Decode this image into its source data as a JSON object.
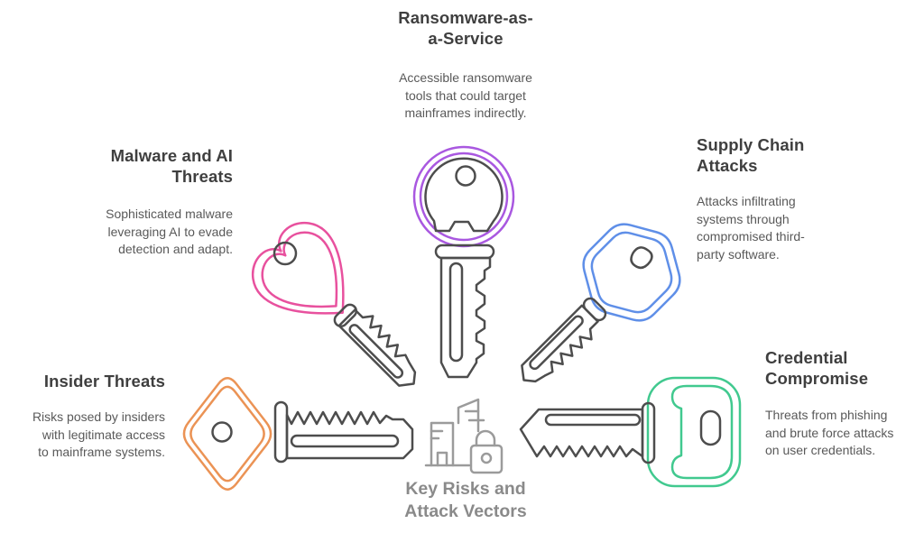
{
  "page": {
    "background": "#ffffff"
  },
  "colors": {
    "key_outline_gray": "#4d4d4d",
    "center_icon_gray": "#9b9b9b",
    "heading_text": "#3f3f3f",
    "body_text": "#595959",
    "caption_text": "#8a8a8a"
  },
  "center": {
    "icon": "mainframe-building-lock-icon",
    "caption_lines": [
      "Key Risks and",
      "Attack Vectors"
    ]
  },
  "threats": [
    {
      "id": "ransomware-as-a-service",
      "position": "top-center",
      "title_lines": [
        "Ransomware-as-",
        "a-Service"
      ],
      "body_lines": [
        "Accessible ransomware",
        "tools that could target",
        "mainframes indirectly."
      ],
      "key_color": "#a958e0",
      "key_shape": "round-head-key"
    },
    {
      "id": "malware-and-ai-threats",
      "position": "upper-left",
      "title_lines": [
        "Malware and AI",
        "Threats"
      ],
      "body_lines": [
        "Sophisticated malware",
        "leveraging AI to evade",
        "detection and adapt."
      ],
      "key_color": "#e8519e",
      "key_shape": "heart-head-key"
    },
    {
      "id": "supply-chain-attacks",
      "position": "upper-right",
      "title_lines": [
        "Supply Chain",
        "Attacks"
      ],
      "body_lines": [
        "Attacks infiltrating",
        "systems through",
        "compromised third-",
        "party software."
      ],
      "key_color": "#5f8fe8",
      "key_shape": "hexagon-head-key"
    },
    {
      "id": "insider-threats",
      "position": "lower-left",
      "title_lines": [
        "Insider Threats"
      ],
      "body_lines": [
        "Risks posed by insiders",
        "with legitimate access",
        "to mainframe systems."
      ],
      "key_color": "#eb9355",
      "key_shape": "diamond-head-key"
    },
    {
      "id": "credential-compromise",
      "position": "lower-right",
      "title_lines": [
        "Credential",
        "Compromise"
      ],
      "body_lines": [
        "Threats from phishing",
        "and brute force attacks",
        "on user credentials."
      ],
      "key_color": "#41c98f",
      "key_shape": "square-head-key"
    }
  ]
}
